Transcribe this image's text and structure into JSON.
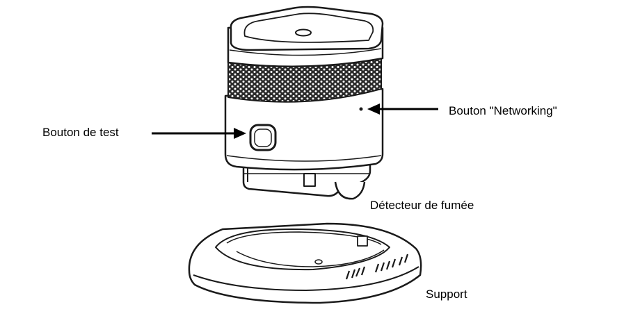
{
  "labels": {
    "test_button": "Bouton de test",
    "networking_button": "Bouton \"Networking\"",
    "detector": "Détecteur de fumée",
    "support": "Support"
  },
  "colors": {
    "line": "#1a1a1a",
    "fill": "#ffffff",
    "mesh": "#2a2a2a",
    "text": "#000000"
  }
}
